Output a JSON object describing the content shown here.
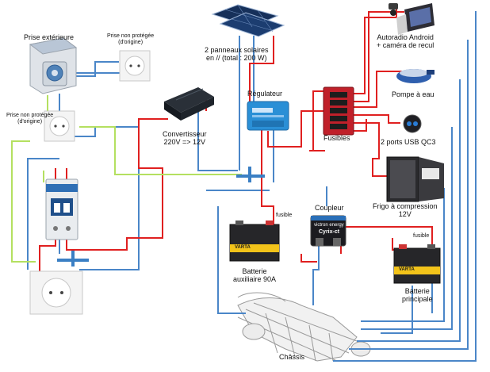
{
  "diagram": {
    "labels": {
      "prise_exterieure": "Prise extérieure",
      "prise_np_top": "Prise non protégée\n(d'origine)",
      "prise_np_left": "Prise non protégée\n(d'origine)",
      "convertisseur": "Convertisseur\n220V => 12V",
      "panneaux": "2 panneaux solaires\nen // (total : 200 W)",
      "regulateur": "Régulateur",
      "fusibles": "Fusibles",
      "autoradio": "Autoradio Android\n+ caméra de recul",
      "pompe": "Pompe à eau",
      "usb": "2 ports USB QC3",
      "frigo": "Frigo à compression\n12V",
      "coupleur": "Coupleur",
      "fusible_1": "fusible",
      "fusible_2": "fusible",
      "batterie_aux": "Batterie\nauxiliaire 90A",
      "batterie_princ": "Batterie\nprincipale",
      "chassis": "Châssis"
    },
    "device_text": {
      "coupleur_brand": "victron energy",
      "coupleur_model": "Cyrix-ct",
      "battery_aux_brand": "VARTA",
      "battery_princ_brand": "VARTA"
    },
    "colors": {
      "wire_red": "#e02020",
      "wire_blue": "#4a86c8",
      "wire_green": "#b4e060",
      "regulator_blue": "#2a8fd6",
      "fuse_box_red": "#c0202a"
    }
  }
}
